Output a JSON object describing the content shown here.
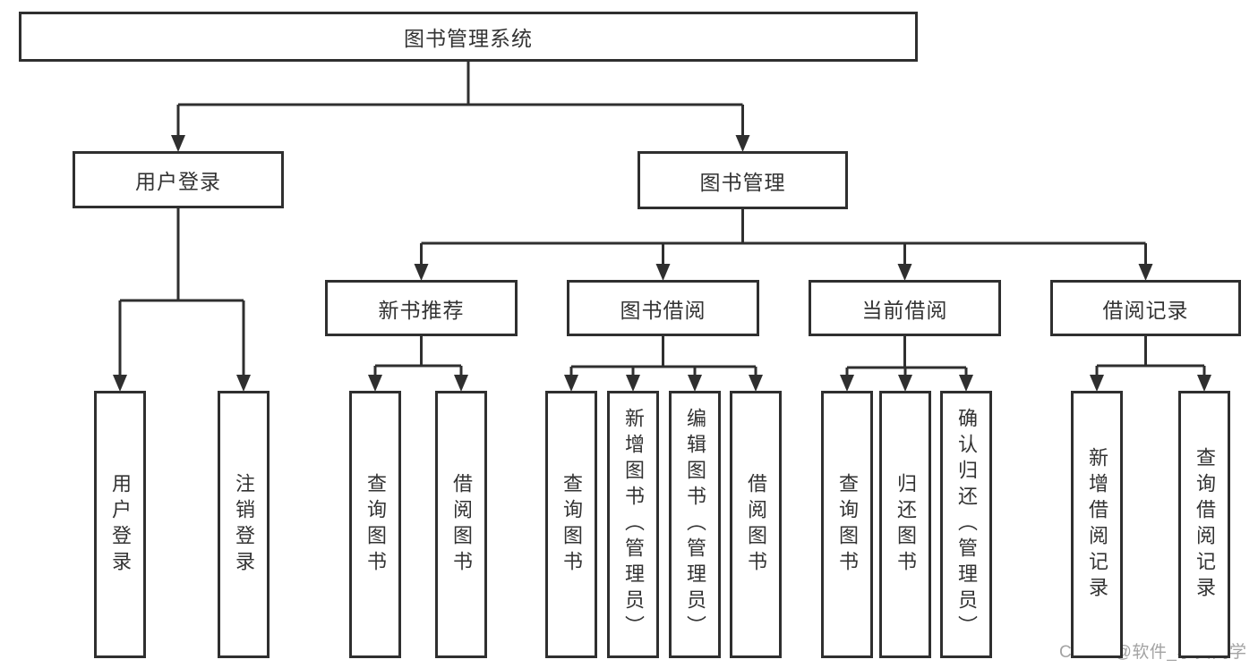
{
  "diagram": {
    "watermark": {
      "text": "CSDN @软件_小贺同学",
      "color": "#a3a3a3"
    },
    "colors": {
      "background": "#ffffff",
      "line": "#2f2f2f",
      "box_border": "#2f2f2f",
      "box_fill": "#ffffff",
      "text": "#333333"
    },
    "nodes": [
      {
        "id": "root",
        "label": "图书管理系统",
        "level": 1,
        "parent": null,
        "orientation": "horizontal"
      },
      {
        "id": "user-login",
        "label": "用户登录",
        "level": 2,
        "parent": "root",
        "orientation": "horizontal"
      },
      {
        "id": "book-mgmt",
        "label": "图书管理",
        "level": 2,
        "parent": "root",
        "orientation": "horizontal"
      },
      {
        "id": "new-book-rec",
        "label": "新书推荐",
        "level": 3,
        "parent": "book-mgmt",
        "orientation": "horizontal"
      },
      {
        "id": "book-borrow",
        "label": "图书借阅",
        "level": 3,
        "parent": "book-mgmt",
        "orientation": "horizontal"
      },
      {
        "id": "current-borrow",
        "label": "当前借阅",
        "level": 3,
        "parent": "book-mgmt",
        "orientation": "horizontal"
      },
      {
        "id": "borrow-records",
        "label": "借阅记录",
        "level": 3,
        "parent": "book-mgmt",
        "orientation": "horizontal"
      },
      {
        "id": "leaf-user-login",
        "label": "用户登录",
        "level": 4,
        "parent": "user-login",
        "orientation": "vertical"
      },
      {
        "id": "leaf-logout",
        "label": "注销登录",
        "level": 4,
        "parent": "user-login",
        "orientation": "vertical"
      },
      {
        "id": "leaf-query-book-1",
        "label": "查询图书",
        "level": 4,
        "parent": "new-book-rec",
        "orientation": "vertical"
      },
      {
        "id": "leaf-borrow-book-1",
        "label": "借阅图书",
        "level": 4,
        "parent": "new-book-rec",
        "orientation": "vertical"
      },
      {
        "id": "leaf-query-book-2",
        "label": "查询图书",
        "level": 4,
        "parent": "book-borrow",
        "orientation": "vertical"
      },
      {
        "id": "leaf-add-book",
        "label": "新增图书（管理员）",
        "level": 4,
        "parent": "book-borrow",
        "orientation": "vertical"
      },
      {
        "id": "leaf-edit-book",
        "label": "编辑图书（管理员）",
        "level": 4,
        "parent": "book-borrow",
        "orientation": "vertical"
      },
      {
        "id": "leaf-borrow-book-2",
        "label": "借阅图书",
        "level": 4,
        "parent": "book-borrow",
        "orientation": "vertical"
      },
      {
        "id": "leaf-query-book-3",
        "label": "查询图书",
        "level": 4,
        "parent": "current-borrow",
        "orientation": "vertical"
      },
      {
        "id": "leaf-return-book",
        "label": "归还图书",
        "level": 4,
        "parent": "current-borrow",
        "orientation": "vertical"
      },
      {
        "id": "leaf-confirm-return",
        "label": "确认归还（管理员）",
        "level": 4,
        "parent": "current-borrow",
        "orientation": "vertical"
      },
      {
        "id": "leaf-add-record",
        "label": "新增借阅记录",
        "level": 4,
        "parent": "borrow-records",
        "orientation": "vertical"
      },
      {
        "id": "leaf-query-record",
        "label": "查询借阅记录",
        "level": 4,
        "parent": "borrow-records",
        "orientation": "vertical"
      }
    ]
  }
}
